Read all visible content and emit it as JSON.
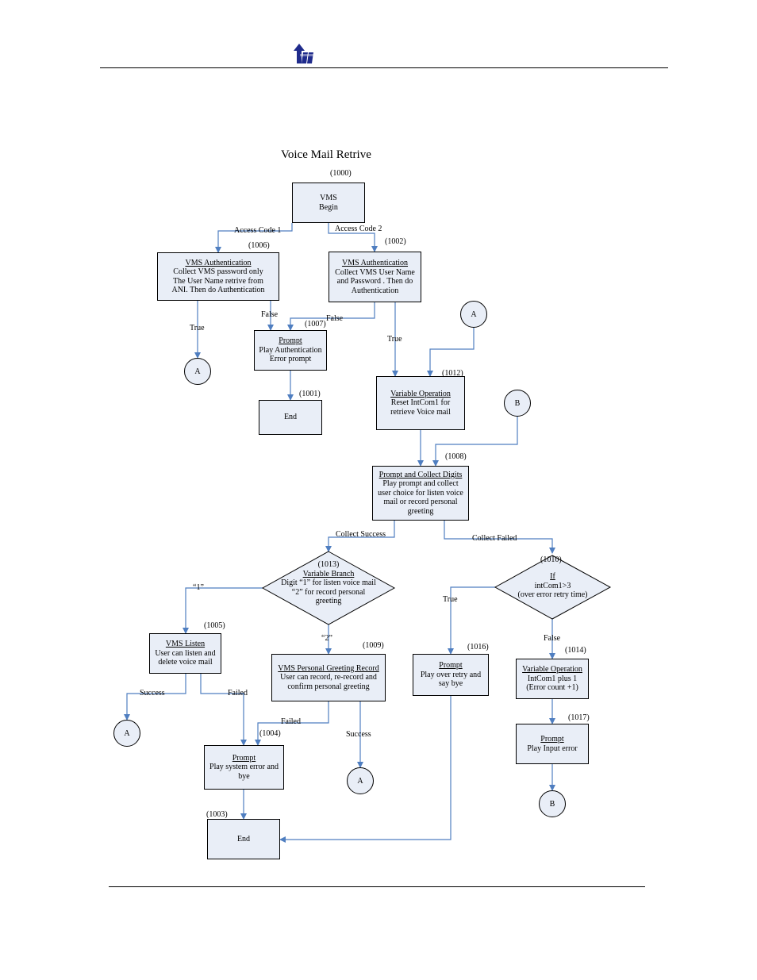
{
  "title": "Voice Mail Retrive",
  "labels": {
    "ac1": "Access Code 1",
    "ac2": "Access Code 2",
    "true_1006": "True",
    "false_1006": "False",
    "false_1002": "False",
    "true_1002": "True",
    "collect_success": "Collect Success",
    "collect_failed": "Collect Failed",
    "digit_1": "“1”",
    "digit_2": "“2”",
    "true_1010": "True",
    "false_1010": "False",
    "success_1005": "Success",
    "failed_1005": "Failed",
    "failed_1009": "Failed",
    "success_1009": "Success"
  },
  "numbers": {
    "n1000": "(1000)",
    "n1006": "(1006)",
    "n1002": "(1002)",
    "n1007": "(1007)",
    "n1001": "(1001)",
    "n1012": "(1012)",
    "n1008": "(1008)",
    "n1010": "(1010)",
    "n1005": "(1005)",
    "n1009": "(1009)",
    "n1016": "(1016)",
    "n1014": "(1014)",
    "n1004": "(1004)",
    "n1017": "(1017)",
    "n1003": "(1003)"
  },
  "nodes": {
    "b1000": {
      "l1": "VMS",
      "l2": "Begin"
    },
    "b1006": {
      "title": "VMS Authentication",
      "l1": "Collect VMS password only",
      "l2": "The User Name retrive from",
      "l3": "ANI. Then do Authentication"
    },
    "b1002": {
      "title": "VMS Authentication",
      "l1": "Collect VMS User Name",
      "l2": "and Password . Then do",
      "l3": "Authentication"
    },
    "b1007": {
      "title": "Prompt",
      "l1": "Play Authentication",
      "l2": "Error prompt"
    },
    "b1001": {
      "l1": "End"
    },
    "b1012": {
      "title": "Variable Operation",
      "l1": "Reset IntCom1 for",
      "l2": "retrieve Voice mail"
    },
    "b1008": {
      "title": "Prompt and Collect Digits",
      "l1": "Play prompt and collect",
      "l2": "user choice for listen voice",
      "l3": "mail or record personal",
      "l4": "greeting"
    },
    "d1013": {
      "num": "(1013)",
      "title": "Variable Branch",
      "l1": "Digit “1” for listen voice mail",
      "l2": "“2” for record personal",
      "l3": "greeting"
    },
    "d1010": {
      "title": "If",
      "l1": "intCom1>3",
      "l2": "(over error retry time)"
    },
    "b1005": {
      "title": "VMS Listen",
      "l1": "User can listen and",
      "l2": "delete voice mail"
    },
    "b1009": {
      "title": "VMS Personal Greeting Record",
      "l1": "User can record, re-record and",
      "l2": "confirm personal greeting"
    },
    "b1016": {
      "title": "Prompt",
      "l1": "Play over retry and",
      "l2": "say bye"
    },
    "b1014": {
      "title": "Variable Operation",
      "l1": "IntCom1 plus 1",
      "l2": "(Error count +1)"
    },
    "b1004": {
      "title": "Prompt",
      "l1": "Play system error and",
      "l2": "bye"
    },
    "b1017": {
      "title": "Prompt",
      "l1": "Play Input error"
    },
    "b1003": {
      "l1": "End"
    }
  },
  "connectors": {
    "a": "A",
    "b": "B"
  },
  "colors": {
    "box_fill": "#e9eef7",
    "line": "#4f7ec0",
    "logo": "#1f2b8c"
  }
}
